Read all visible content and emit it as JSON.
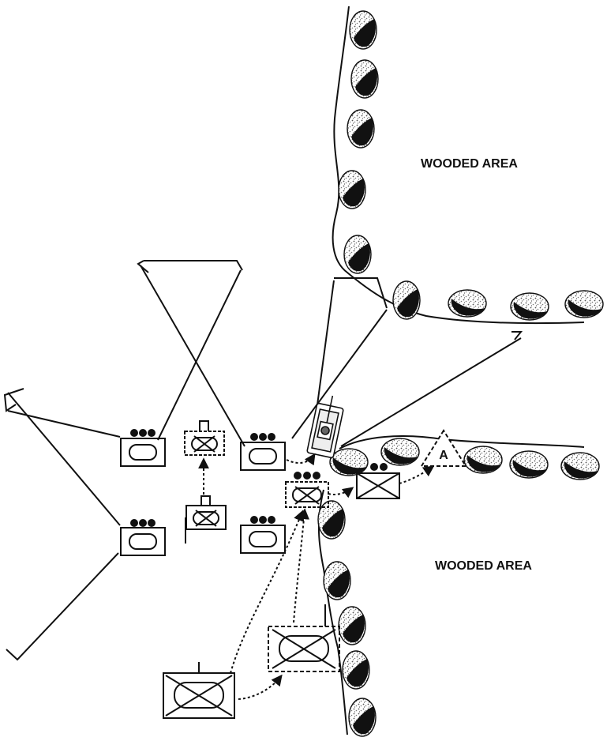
{
  "labels": {
    "wooded_area_north": "WOODED AREA",
    "wooded_area_south": "WOODED AREA",
    "objective_marker": "A"
  },
  "icons": {
    "tree": "tree-icon",
    "tank_platoon": "armor-platoon-icon",
    "mech_infantry": "mech-infantry-icon",
    "dismounted_infantry": "infantry-icon",
    "vehicle": "vehicle-icon",
    "objective": "checkpoint-triangle-icon"
  },
  "colors": {
    "ink": "#111111",
    "paper": "#ffffff"
  }
}
